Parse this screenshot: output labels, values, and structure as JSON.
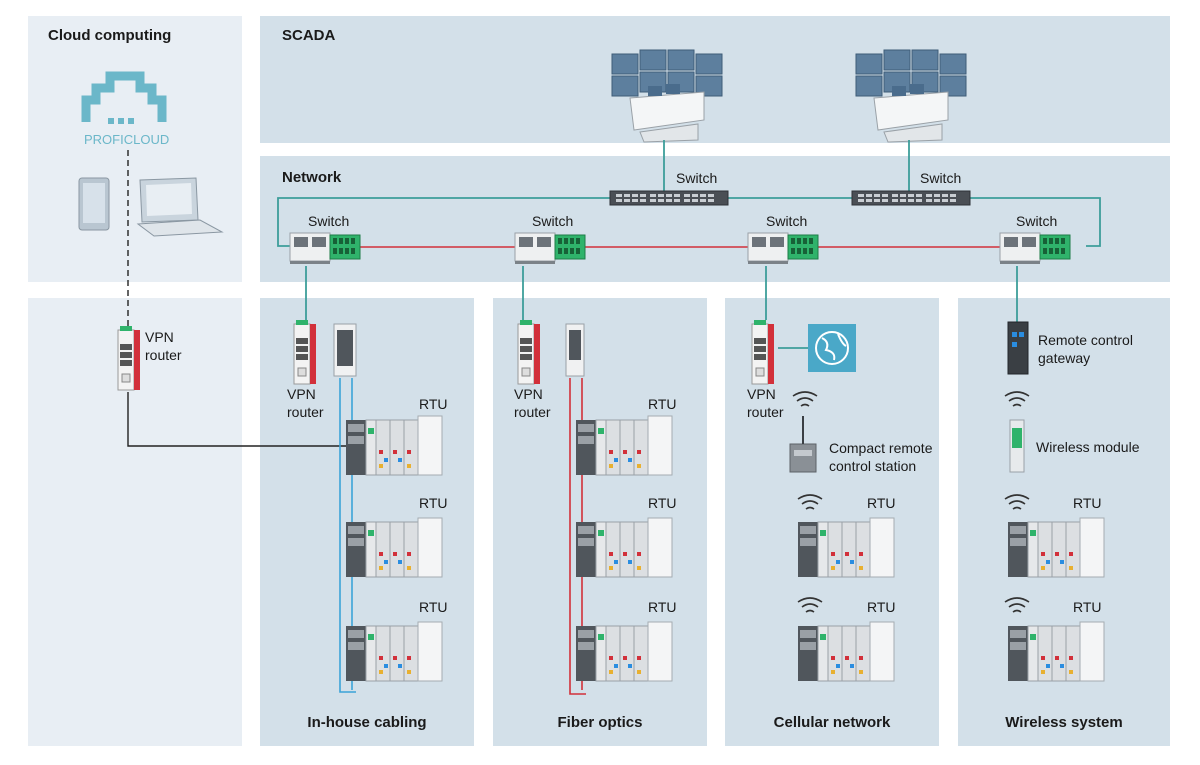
{
  "cloud": {
    "title": "Cloud computing",
    "proficloud_label": "PROFICLOUD"
  },
  "scada": {
    "title": "SCADA"
  },
  "network": {
    "title": "Network"
  },
  "switches": {
    "label": "Switch"
  },
  "vpn_router": {
    "label": "VPN\nrouter"
  },
  "rtu": {
    "label": "RTU"
  },
  "sections": {
    "inhouse": "In-house cabling",
    "fiber": "Fiber optics",
    "cellular": "Cellular network",
    "wireless": "Wireless system"
  },
  "cellular": {
    "compact_station": "Compact remote\ncontrol station"
  },
  "wireless": {
    "gateway": "Remote control\ngateway",
    "module": "Wireless module"
  },
  "colors": {
    "panel_light": "#e8eef4",
    "panel_dark": "#d3e0e9",
    "teal_link": "#3d9e9a",
    "red_link": "#d2303a",
    "blue_cable": "#3ba3d8",
    "fiber_red": "#d2303a",
    "proficloud": "#6bb7c9"
  },
  "icons": [
    "proficloud-icon",
    "tablet-icon",
    "laptop-icon",
    "monitor-wall-icon",
    "switch-icon",
    "vpn-router-icon",
    "rtu-icon",
    "globe-icon",
    "wireless-signal-icon",
    "compact-station-icon",
    "gateway-icon",
    "wireless-module-icon"
  ]
}
